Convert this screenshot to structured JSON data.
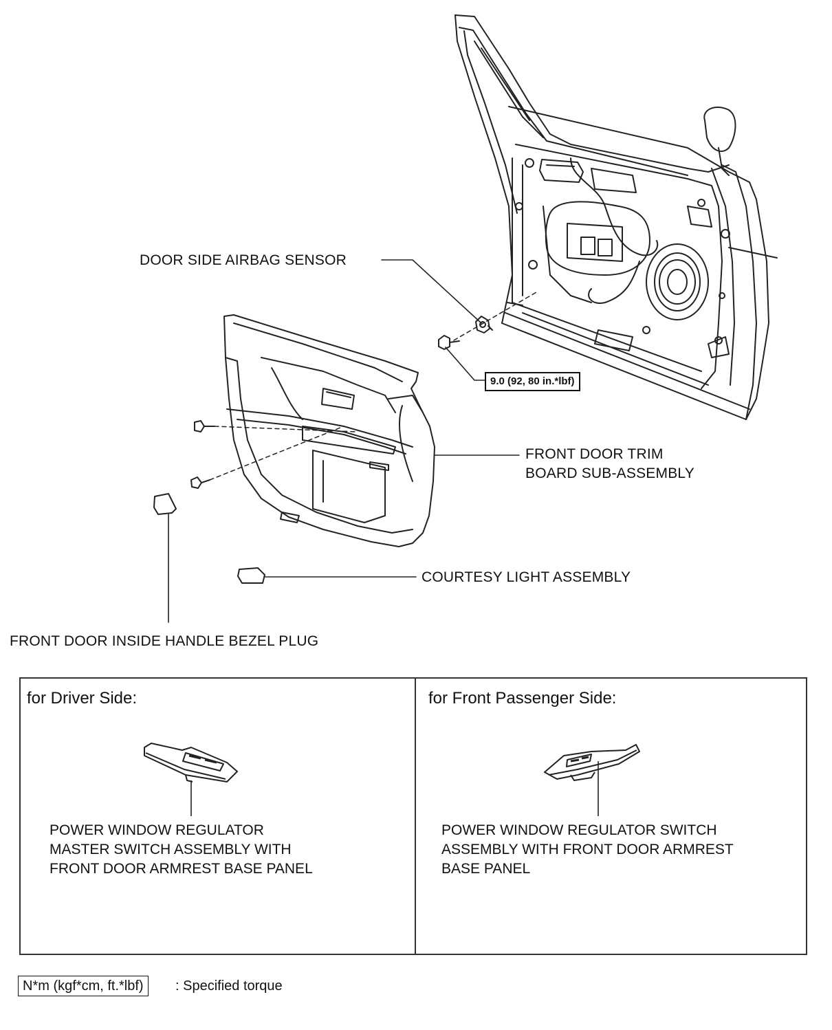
{
  "callouts": {
    "airbag_sensor": "DOOR SIDE AIRBAG SENSOR",
    "torque_value": "9.0 (92, 80 in.*lbf)",
    "trim_board_line1": "FRONT DOOR TRIM",
    "trim_board_line2": "BOARD SUB-ASSEMBLY",
    "courtesy_light": "COURTESY LIGHT ASSEMBLY",
    "bezel_plug": "FRONT DOOR INSIDE HANDLE BEZEL PLUG"
  },
  "panels": {
    "driver": {
      "title": "for Driver Side:",
      "lines": [
        "POWER WINDOW REGULATOR",
        "MASTER SWITCH ASSEMBLY WITH",
        "FRONT DOOR ARMREST BASE PANEL"
      ]
    },
    "passenger": {
      "title": "for Front Passenger Side:",
      "lines": [
        "POWER WINDOW REGULATOR SWITCH",
        "ASSEMBLY WITH FRONT DOOR ARMREST",
        "BASE PANEL"
      ]
    }
  },
  "legend": {
    "unit_box": "N*m (kgf*cm, ft.*lbf)",
    "description": ": Specified torque"
  }
}
